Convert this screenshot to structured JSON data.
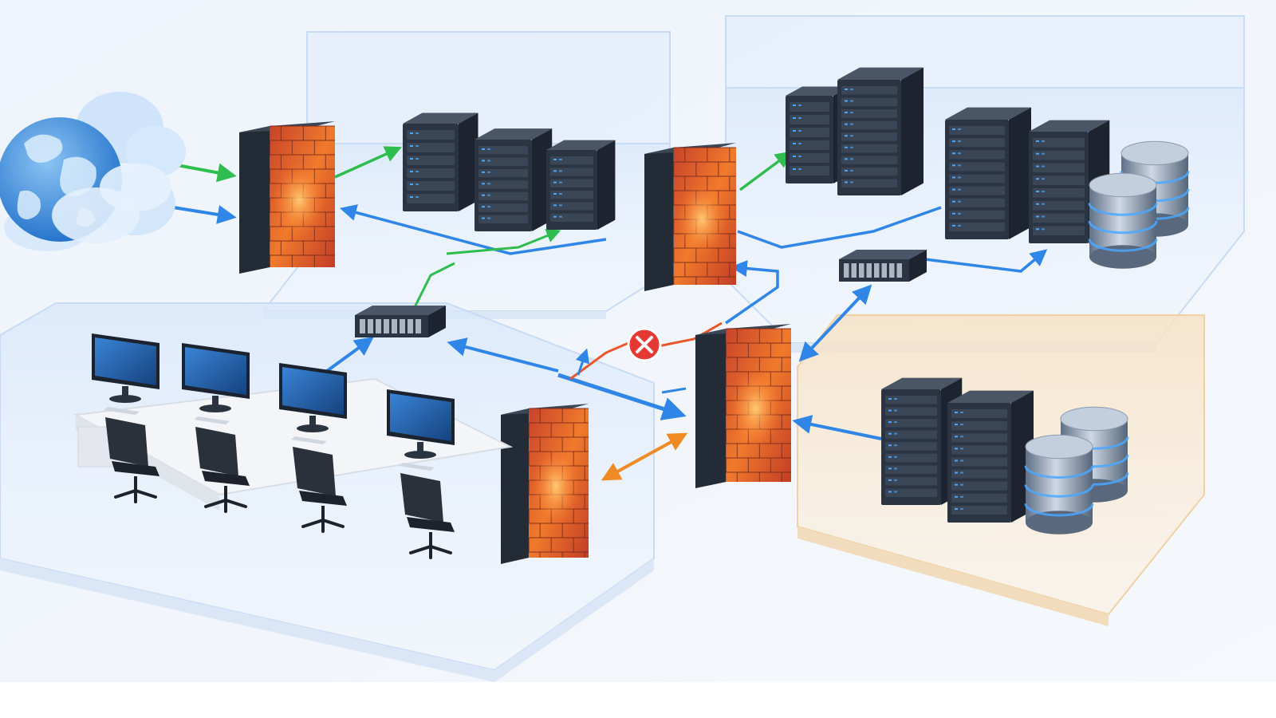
{
  "diagram": {
    "type": "isometric network segmentation illustration",
    "zones": [
      {
        "id": "internet",
        "icon": "globe-cloud-icon"
      },
      {
        "id": "dmz-web",
        "icon": "server-rack-icon",
        "tint": "#cfe2fb"
      },
      {
        "id": "data-center",
        "icon": "server-rack-icon",
        "tint": "#cfe2fb"
      },
      {
        "id": "office",
        "icon": "workstation-icon",
        "tint": "#d6e6fb"
      },
      {
        "id": "restricted-db",
        "icon": "database-icon",
        "tint": "#f6dfbf"
      }
    ],
    "firewalls": [
      "edge-firewall",
      "core-firewall",
      "central-firewall",
      "office-firewall"
    ],
    "switches": [
      "office-switch",
      "datacenter-switch"
    ],
    "blocked_connection": {
      "icon": "close-icon",
      "color": "#e53935"
    },
    "colors": {
      "allowed_inbound": "#2ebd4e",
      "internal": "#2f86e6",
      "blocked": "#e8582a",
      "bidirectional": "#f08a24",
      "firewall_brick": "#e8642c",
      "rack": "#2b3442",
      "led": "#4aa8ff"
    }
  }
}
